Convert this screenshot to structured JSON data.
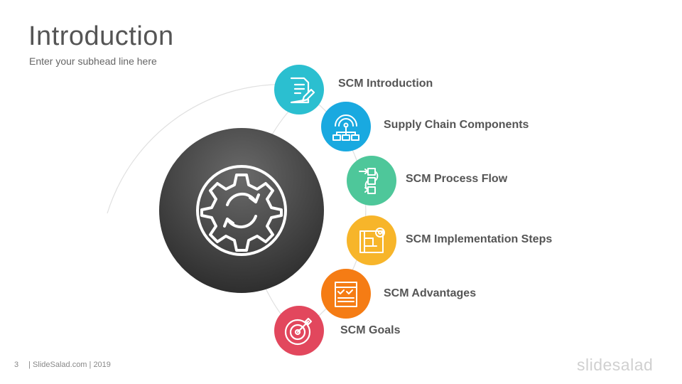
{
  "slide": {
    "title": "Introduction",
    "subtitle": "Enter your subhead line here"
  },
  "items": [
    {
      "label": "SCM Introduction",
      "color": "#2bbfd0",
      "icon": "document-edit-icon"
    },
    {
      "label": "Supply Chain Components",
      "color": "#19a9e0",
      "icon": "gear-network-icon"
    },
    {
      "label": "SCM Process Flow",
      "color": "#4ec79a",
      "icon": "process-flow-icon"
    },
    {
      "label": "SCM Implementation Steps",
      "color": "#f7b52a",
      "icon": "blueprint-gear-icon"
    },
    {
      "label": "SCM Advantages",
      "color": "#f57c14",
      "icon": "checklist-icon"
    },
    {
      "label": "SCM Goals",
      "color": "#e2475d",
      "icon": "target-icon"
    }
  ],
  "center": {
    "icon": "gear-refresh-icon",
    "color": "#444444"
  },
  "footer": {
    "page_number": "3",
    "credit": "| SlideSalad.com | 2019"
  },
  "brand": {
    "logo_text": "slidesalad"
  }
}
